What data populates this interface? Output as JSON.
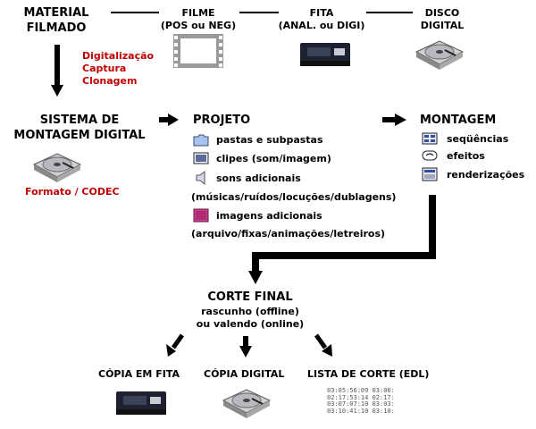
{
  "source": {
    "title_line1": "MATERIAL",
    "title_line2": "FILMADO",
    "filme": {
      "label": "FILME",
      "sub": "(POS ou NEG)"
    },
    "fita": {
      "label": "FITA",
      "sub": "(ANAL. ou DIGI)"
    },
    "disco": {
      "label_line1": "DISCO",
      "label_line2": "DIGITAL"
    }
  },
  "ingest": {
    "line1": "Digitalização",
    "line2": "Captura",
    "line3": "Clonagem"
  },
  "system": {
    "title_line1": "SISTEMA DE",
    "title_line2": "MONTAGEM DIGITAL",
    "format": "Formato / CODEC"
  },
  "projeto": {
    "title": "PROJETO",
    "items": [
      {
        "label": "pastas e subpastas",
        "icon": "folder-icon"
      },
      {
        "label": "clipes (som/imagem)",
        "icon": "clip-icon"
      },
      {
        "label": "sons adicionais",
        "icon": "speaker-icon"
      },
      {
        "label": "(músicas/ruídos/locuções/dublagens)"
      },
      {
        "label": "imagens adicionais",
        "icon": "image-icon"
      },
      {
        "label": "(arquivo/fixas/animações/letreiros)"
      }
    ]
  },
  "montagem": {
    "title": "MONTAGEM",
    "items": [
      {
        "label": "seqüências",
        "icon": "sequence-icon"
      },
      {
        "label": "efeitos",
        "icon": "effects-icon"
      },
      {
        "label": "renderizações",
        "icon": "render-icon"
      }
    ]
  },
  "corte": {
    "title": "CORTE FINAL",
    "line1": "rascunho (offline)",
    "line2": "ou valendo (online)"
  },
  "outputs": {
    "fita": "CÓPIA EM FITA",
    "digital": "CÓPIA DIGITAL",
    "lista": "LISTA DE CORTE (EDL)",
    "edl_lines": [
      "03:05:56:09 03:06:",
      "02:17:53:14 02:17:",
      "03:07:07:10 03:03:",
      "03:10:41:10 03:10:"
    ]
  },
  "colors": {
    "red": "#c00000",
    "folder": "#a8c4ec",
    "image": "#d04090"
  }
}
